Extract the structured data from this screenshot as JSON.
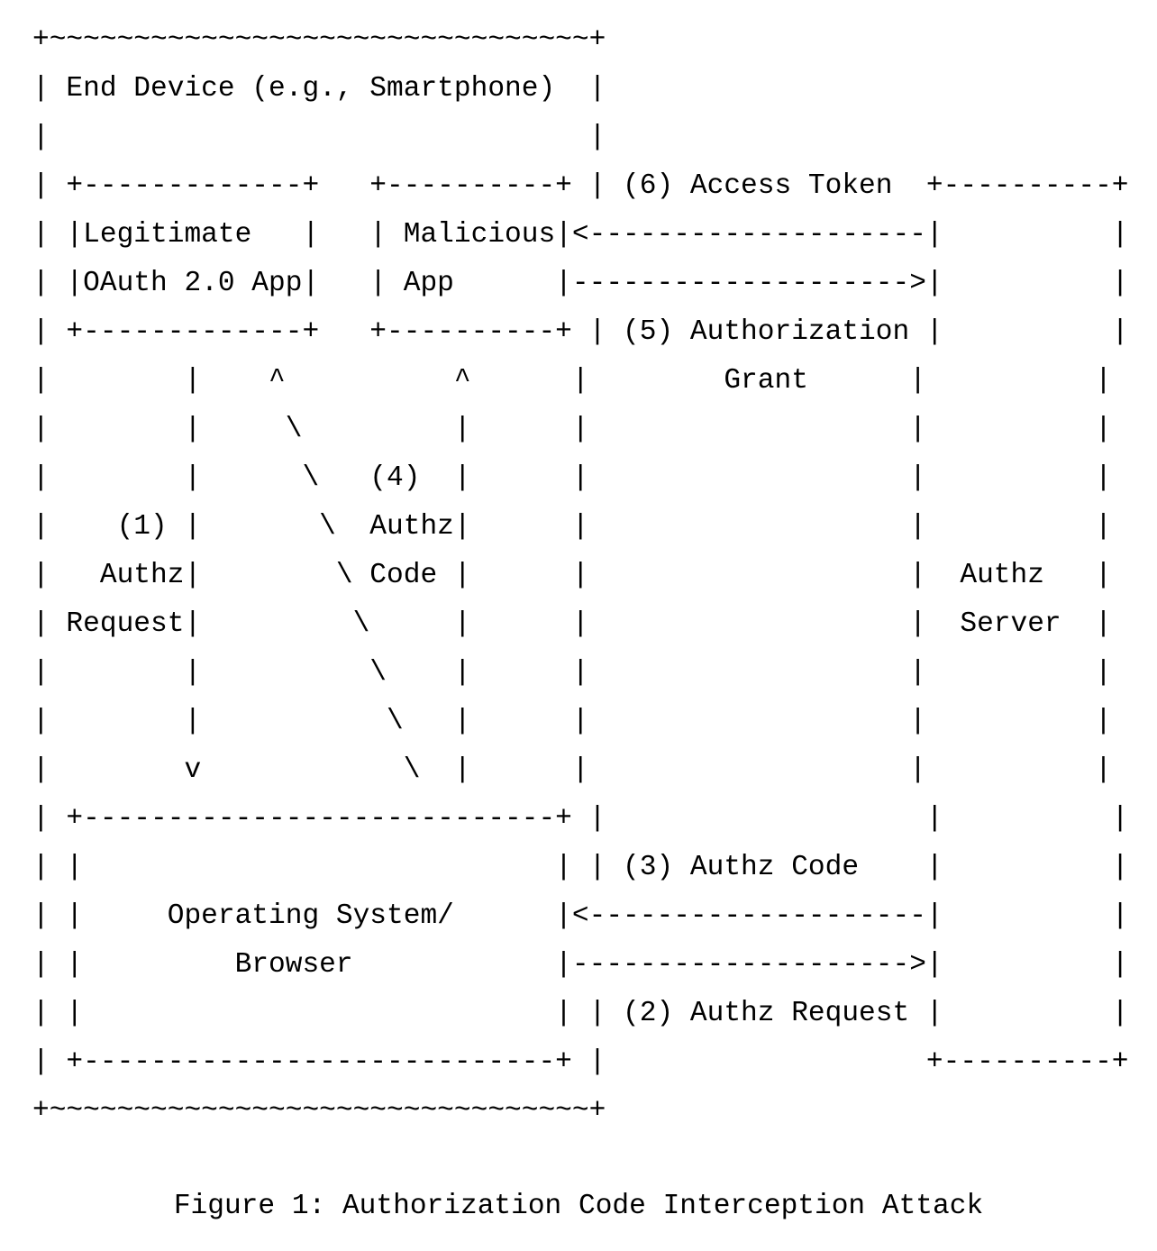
{
  "figure": {
    "lines": [
      "+~~~~~~~~~~~~~~~~~~~~~~~~~~~~~~~~+",
      "| End Device (e.g., Smartphone)  |",
      "|                                |",
      "| +-------------+   +----------+ | (6) Access Token  +----------+",
      "| |Legitimate   |   | Malicious|<--------------------|          |",
      "| |OAuth 2.0 App|   | App      |-------------------->|          |",
      "| +-------------+   +----------+ | (5) Authorization |          |",
      "|        |    ^          ^      |        Grant      |          |",
      "|        |     \\         |      |                   |          |",
      "|        |      \\   (4)  |      |                   |          |",
      "|    (1) |       \\  Authz|      |                   |          |",
      "|   Authz|        \\ Code |      |                   |  Authz   |",
      "| Request|         \\     |      |                   |  Server  |",
      "|        |          \\    |      |                   |          |",
      "|        |           \\   |      |                   |          |",
      "|        v            \\  |      |                   |          |",
      "| +----------------------------+ |                   |          |",
      "| |                            | | (3) Authz Code    |          |",
      "| |     Operating System/      |<--------------------|          |",
      "| |         Browser            |-------------------->|          |",
      "| |                            | | (2) Authz Request |          |",
      "| +----------------------------+ |                   +----------+",
      "+~~~~~~~~~~~~~~~~~~~~~~~~~~~~~~~~+"
    ],
    "caption": "Figure 1: Authorization Code Interception Attack"
  }
}
